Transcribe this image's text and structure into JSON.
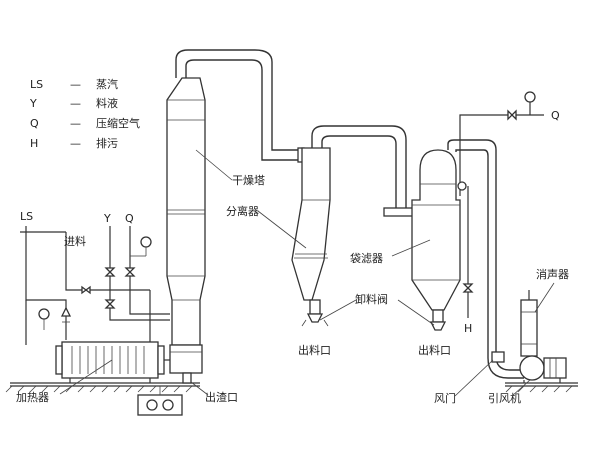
{
  "legend": {
    "items": [
      {
        "code": "LS",
        "dash": "—",
        "name": "蒸汽"
      },
      {
        "code": "Y",
        "dash": "—",
        "name": "料液"
      },
      {
        "code": "Q",
        "dash": "—",
        "name": "压缩空气"
      },
      {
        "code": "H",
        "dash": "—",
        "name": "排污"
      }
    ]
  },
  "labels": {
    "drying_tower": "干燥塔",
    "separator": "分离器",
    "bag_filter": "袋滤器",
    "unload_valve": "卸料阀",
    "outlet_1": "出料口",
    "outlet_2": "出料口",
    "slag_outlet": "出渣口",
    "heater": "加热器",
    "feed": "进料",
    "silencer": "消声器",
    "damper": "风门",
    "fan": "引风机"
  },
  "line_tags": {
    "ls": "LS",
    "y": "Y",
    "q_left": "Q",
    "q_right": "Q",
    "h": "H"
  }
}
